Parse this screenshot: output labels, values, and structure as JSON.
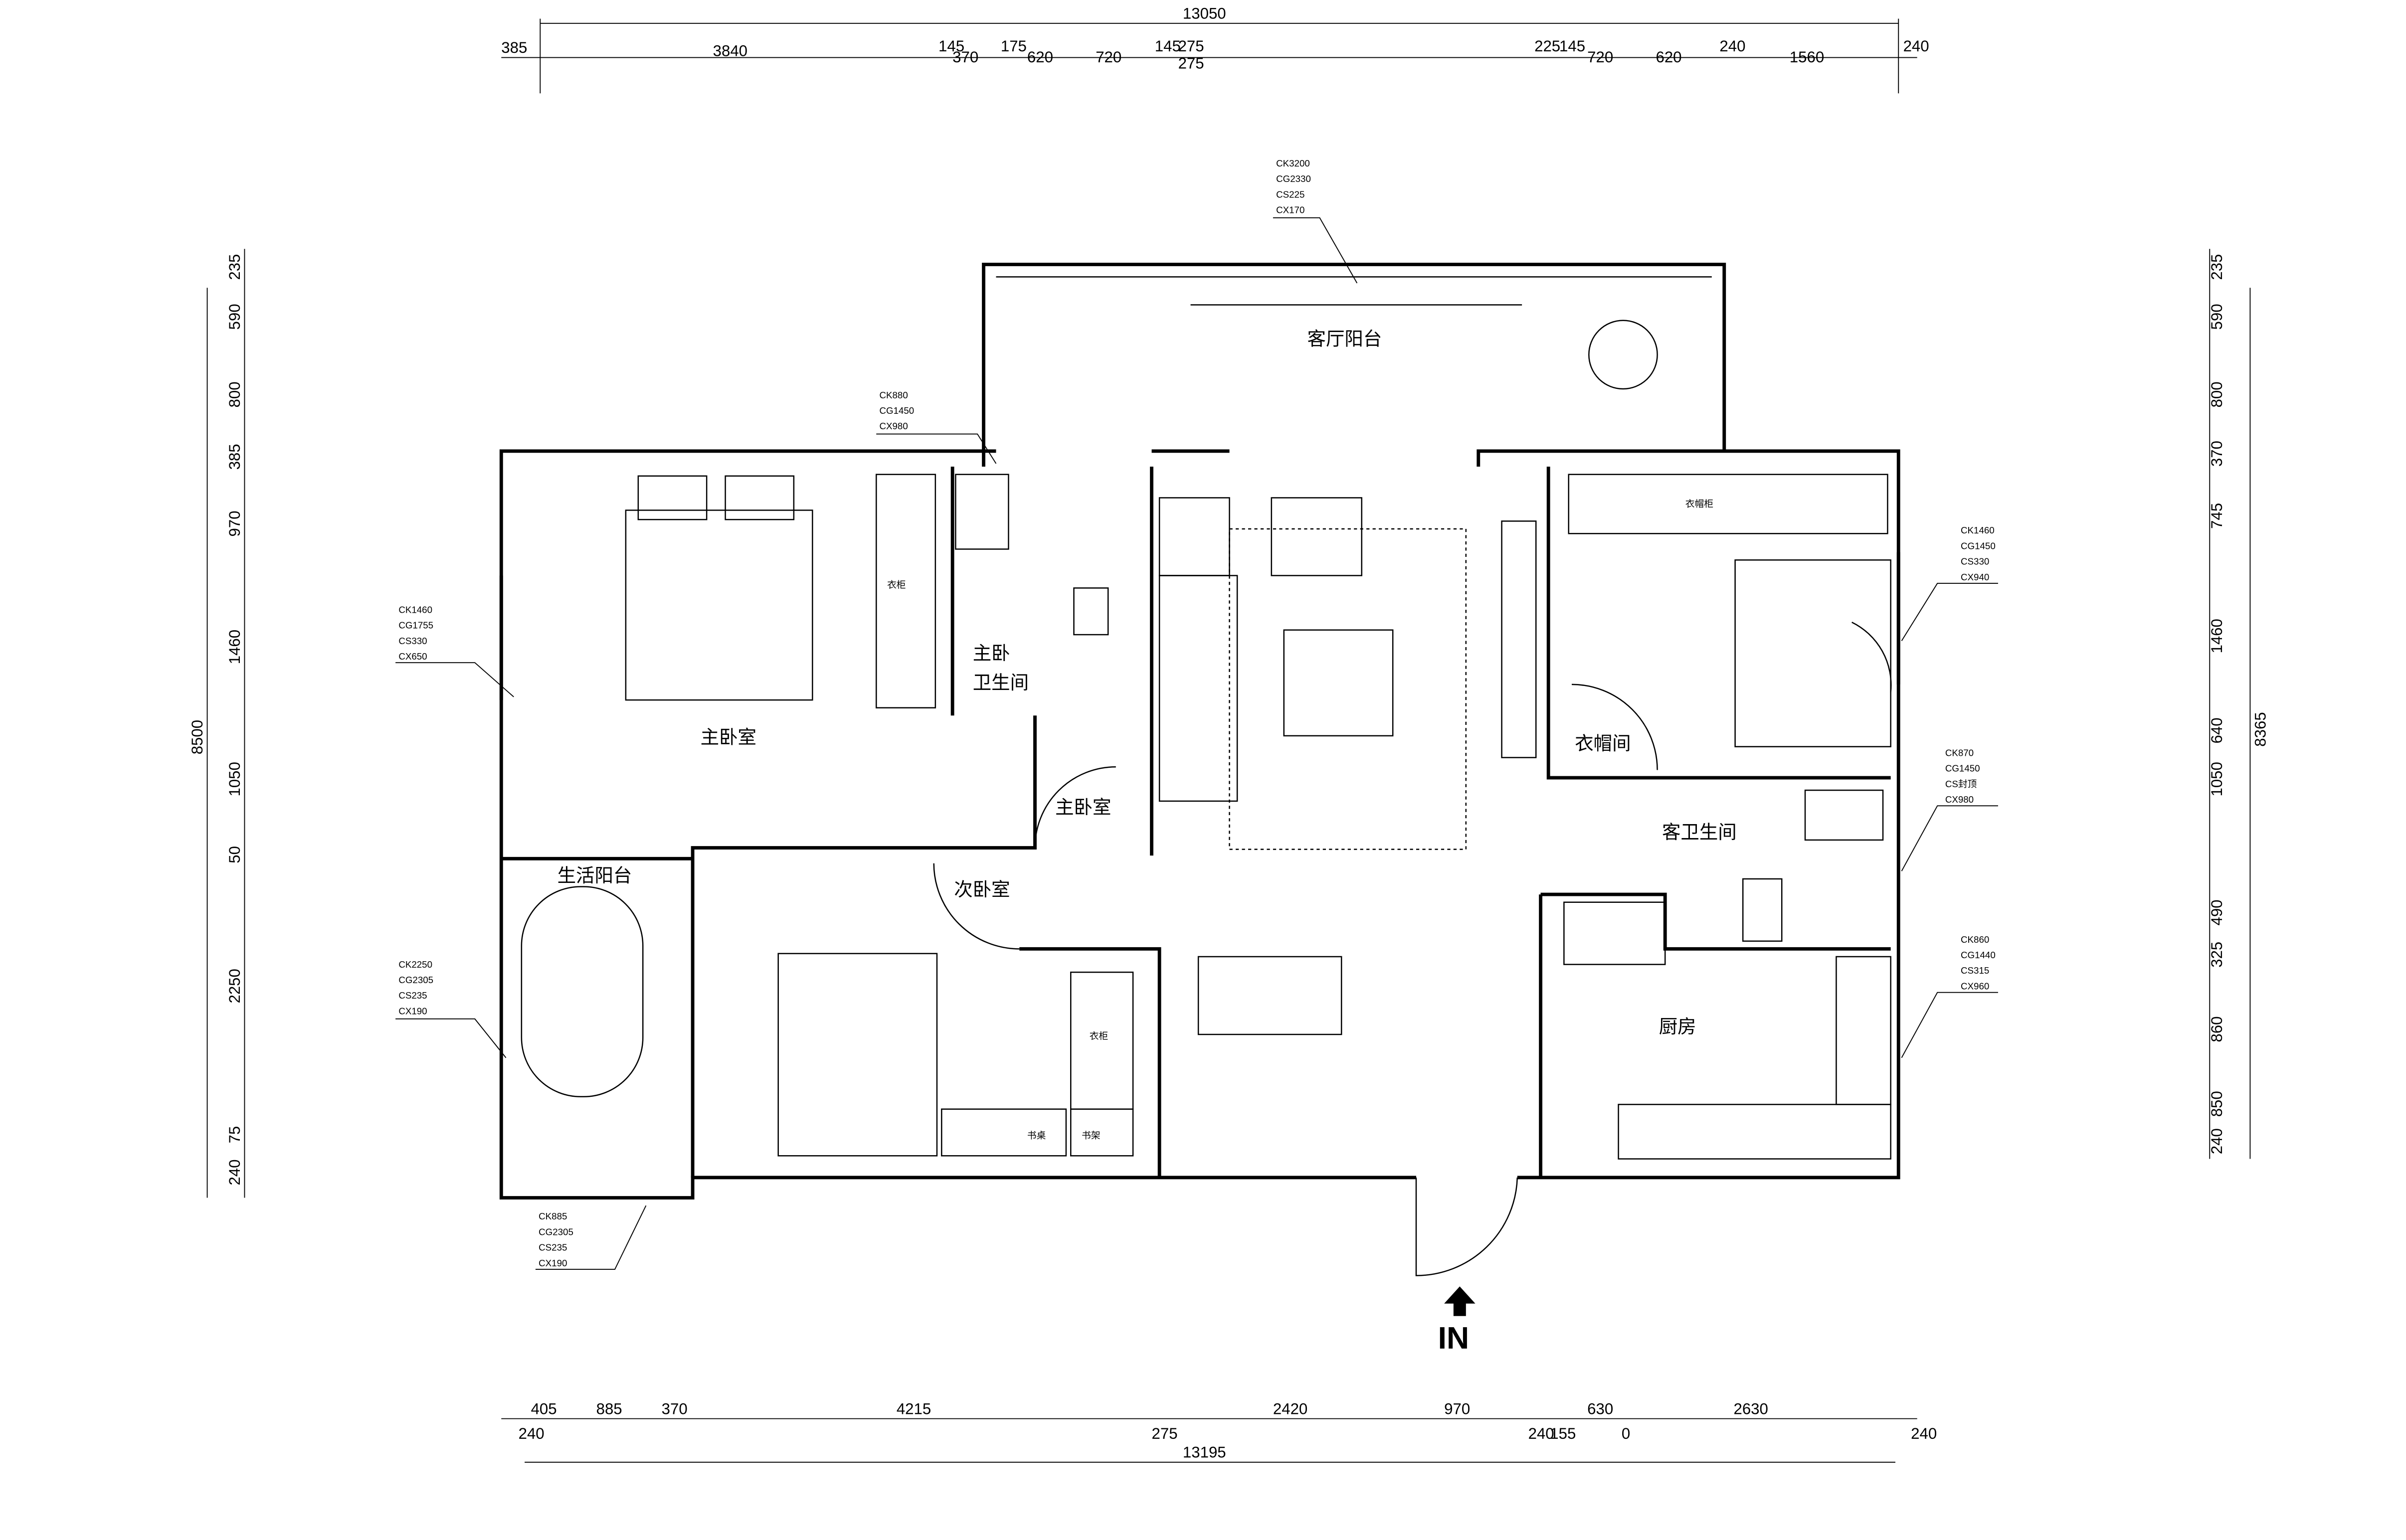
{
  "dimensions": {
    "top_total": "13050",
    "top": [
      "385",
      "3840",
      "145",
      "370",
      "175",
      "620",
      "720",
      "145",
      "275",
      "275",
      "225",
      "145",
      "720",
      "620",
      "240",
      "1560",
      "240"
    ],
    "bottom_total": "13195",
    "bottom": [
      "405",
      "240",
      "885",
      "370",
      "4215",
      "275",
      "2420",
      "970",
      "240",
      "155",
      "630",
      "0",
      "2630",
      "240"
    ],
    "left_total": "8500",
    "left": [
      "235",
      "590",
      "800",
      "385",
      "970",
      "1460",
      "1050",
      "50",
      "2250",
      "75",
      "240"
    ],
    "right_total": "8365",
    "right": [
      "235",
      "590",
      "800",
      "370",
      "745",
      "1460",
      "640",
      "1050",
      "490",
      "325",
      "860",
      "850",
      "240"
    ]
  },
  "windows": [
    {
      "lines": [
        "CK3200",
        "CG2330",
        "CS225",
        "CX170"
      ]
    },
    {
      "lines": [
        "CK880",
        "CG1450",
        "CX980"
      ]
    },
    {
      "lines": [
        "CK1460",
        "CG1755",
        "CS330",
        "CX650"
      ]
    },
    {
      "lines": [
        "CK2250",
        "CG2305",
        "CS235",
        "CX190"
      ]
    },
    {
      "lines": [
        "CK885",
        "CG2305",
        "CS235",
        "CX190"
      ]
    },
    {
      "lines": [
        "CK1460",
        "CG1450",
        "CS330",
        "CX940"
      ]
    },
    {
      "lines": [
        "CK870",
        "CG1450",
        "CS封顶",
        "CX980"
      ]
    },
    {
      "lines": [
        "CK860",
        "CG1440",
        "CS315",
        "CX960"
      ]
    }
  ],
  "rooms": {
    "living_balcony": "客厅阳台",
    "master_bedroom": "主卧室",
    "master_bath_1": "主卧",
    "master_bath_2": "卫生间",
    "master_bedroom_door": "主卧室",
    "second_bedroom": "次卧室",
    "utility_balcony": "生活阳台",
    "cloakroom": "衣帽间",
    "guest_bath": "客卫生间",
    "kitchen": "厨房"
  },
  "furniture_labels": {
    "wardrobe": "衣柜",
    "wardrobe_right": "衣帽柜",
    "desk": "书桌",
    "bookshelf": "书架"
  },
  "entrance": "IN"
}
